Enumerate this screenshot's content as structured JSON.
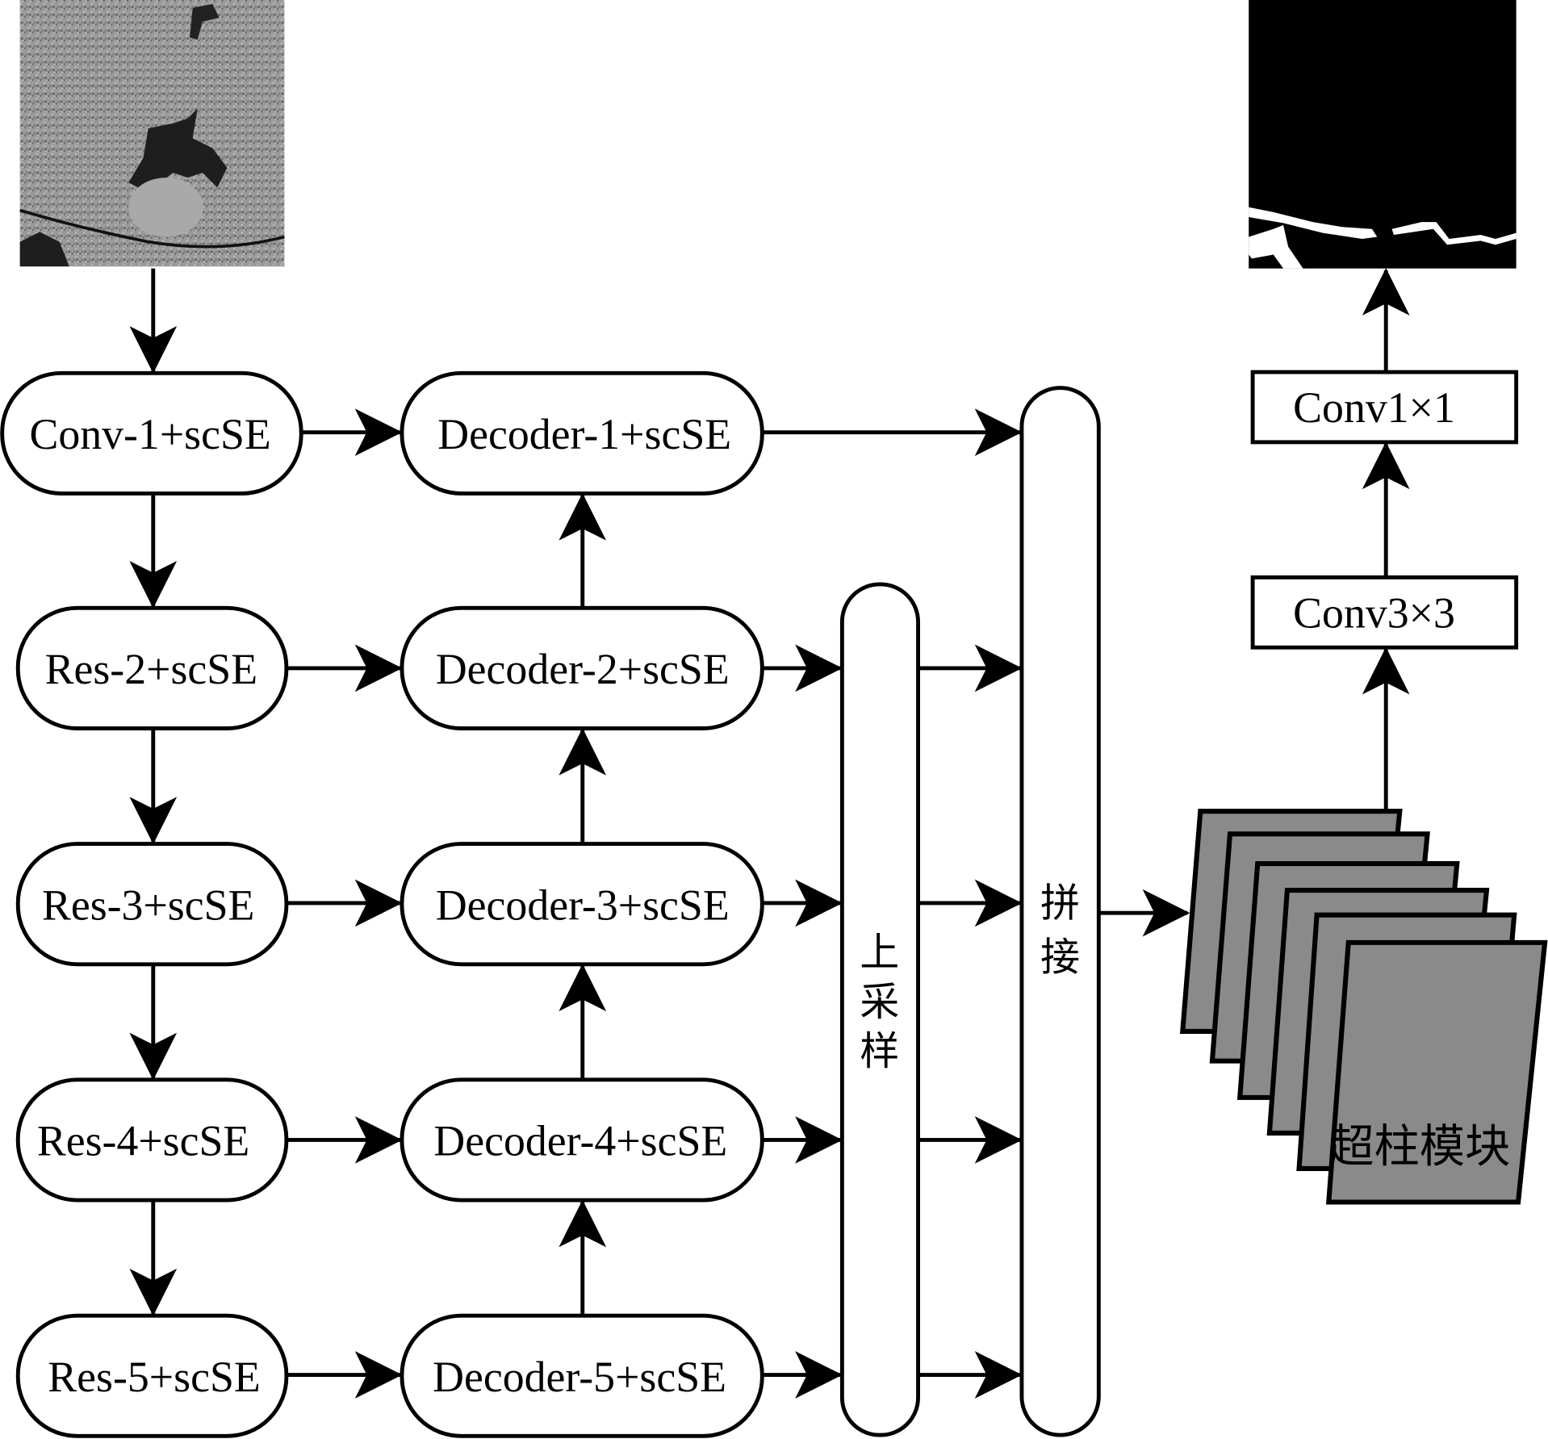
{
  "figure": {
    "input_image": "road crack grayscale input photo",
    "output_image": "binary crack segmentation mask"
  },
  "encoder": [
    {
      "label": "Conv-1+scSE"
    },
    {
      "label": "Res-2+scSE"
    },
    {
      "label": "Res-3+scSE"
    },
    {
      "label": "Res-4+scSE"
    },
    {
      "label": "Res-5+scSE"
    }
  ],
  "decoder": [
    {
      "label": "Decoder-1+scSE"
    },
    {
      "label": "Decoder-2+scSE"
    },
    {
      "label": "Decoder-3+scSE"
    },
    {
      "label": "Decoder-4+scSE"
    },
    {
      "label": "Decoder-5+scSE"
    }
  ],
  "upsample": {
    "chars": [
      "上",
      "采",
      "样"
    ]
  },
  "concat": {
    "chars": [
      "拼",
      "接"
    ]
  },
  "hypercolumn": {
    "label": "超柱模块",
    "sheet_count": 6,
    "fill": "#8a8a8a"
  },
  "head": {
    "conv3": "Conv3×3",
    "conv1": "Conv1×1"
  }
}
